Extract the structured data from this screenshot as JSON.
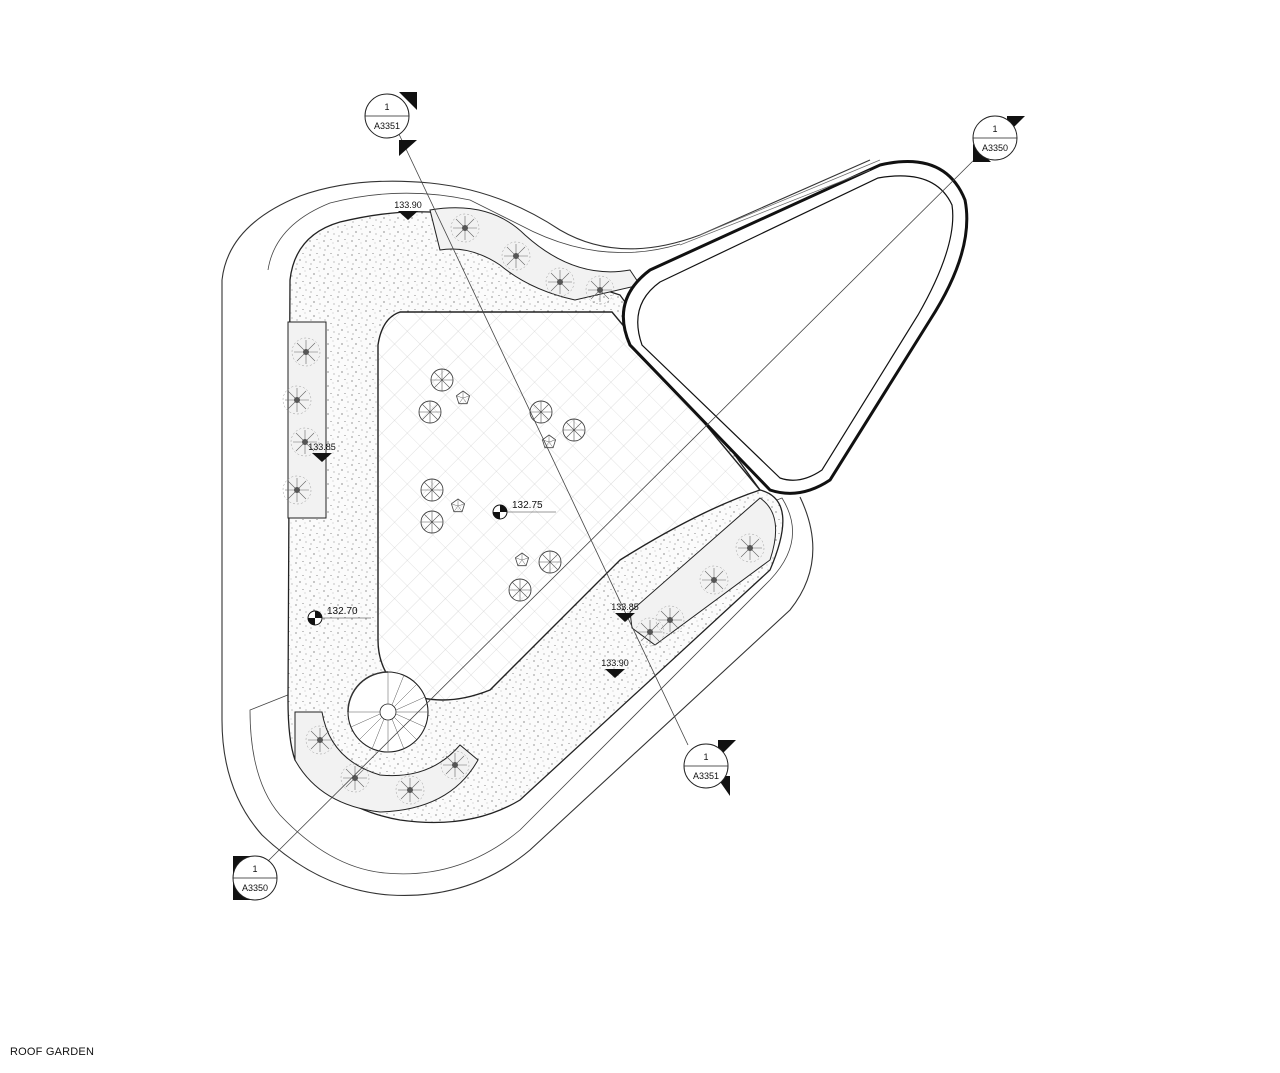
{
  "caption": "ROOF GARDEN",
  "section_markers": [
    {
      "number": "1",
      "sheet": "A3351"
    },
    {
      "number": "1",
      "sheet": "A3350"
    },
    {
      "number": "1",
      "sheet": "A3351"
    },
    {
      "number": "1",
      "sheet": "A3350"
    }
  ],
  "level_tags": [
    "133.90",
    "133.85",
    "133.85",
    "133.90"
  ],
  "spot_elevations": [
    "132.75",
    "132.70"
  ]
}
